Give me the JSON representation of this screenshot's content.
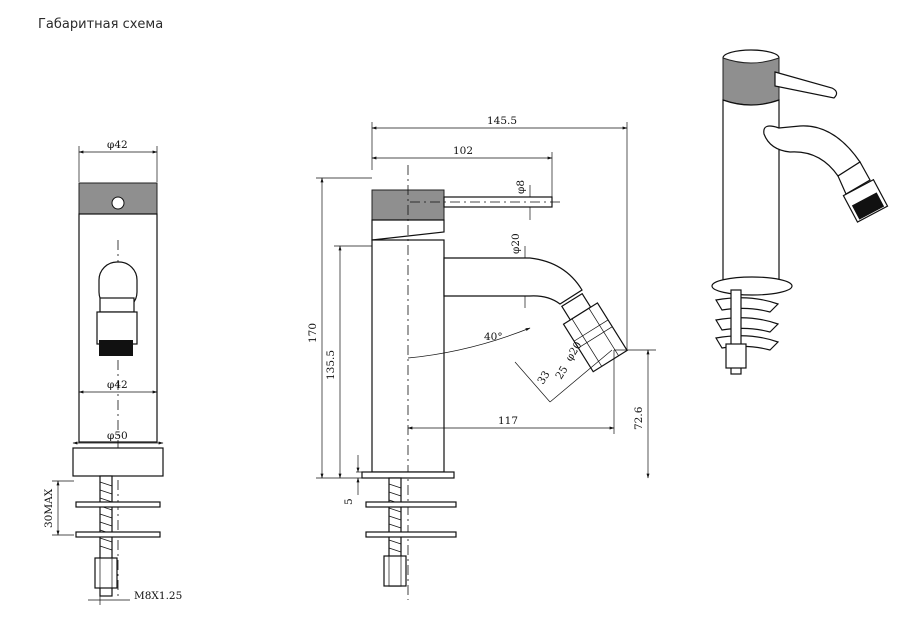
{
  "header": {
    "title": "Габаритная схема"
  },
  "front_view": {
    "dim_top_diameter": "φ42",
    "dim_body_diameter": "φ42",
    "dim_base_diameter": "φ50",
    "dim_counter_thickness": "30MAX",
    "dim_thread": "M8X1.25"
  },
  "side_view": {
    "dim_overall_length": "145.5",
    "dim_handle_length": "102",
    "dim_handle_diameter": "φ8",
    "dim_spout_diameter": "φ20",
    "dim_angle": "40°",
    "dim_nozzle_diameter": "φ20",
    "dim_nozzle_25": "25",
    "dim_nozzle_33": "33",
    "dim_total_height": "170",
    "dim_spout_height": "135.5",
    "dim_spout_reach": "117",
    "dim_outlet_height": "72.6",
    "dim_base_5": "5"
  },
  "iso_view": {
    "description_icon": "faucet-3d-icon"
  }
}
